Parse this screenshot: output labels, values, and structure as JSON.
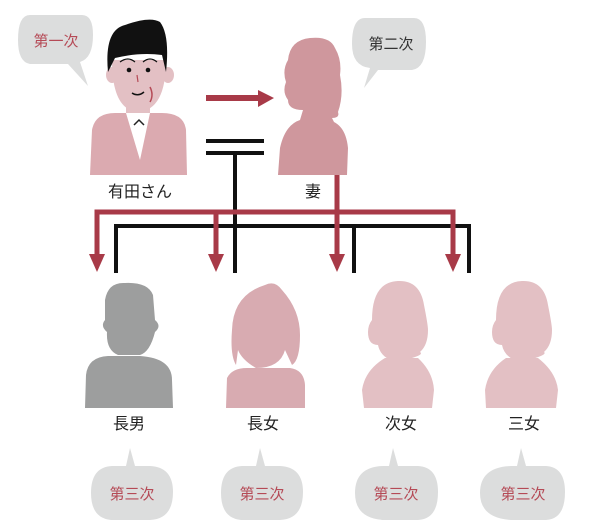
{
  "people": {
    "self": {
      "label": "有田さん",
      "rank": "第一次"
    },
    "spouse": {
      "label": "妻",
      "rank": "第二次"
    },
    "children": [
      {
        "label": "長男",
        "rank": "第三次"
      },
      {
        "label": "長女",
        "rank": "第三次"
      },
      {
        "label": "次女",
        "rank": "第三次"
      },
      {
        "label": "三女",
        "rank": "第三次"
      }
    ]
  },
  "colors": {
    "accent": "#a83a48",
    "bubble": "#dcdddd",
    "self_body": "#dbaab0",
    "spouse": "#cf979d",
    "son": "#9d9e9e",
    "eldest_daughter": "#d8abb1",
    "younger_daughters": "#e3c0c4"
  }
}
